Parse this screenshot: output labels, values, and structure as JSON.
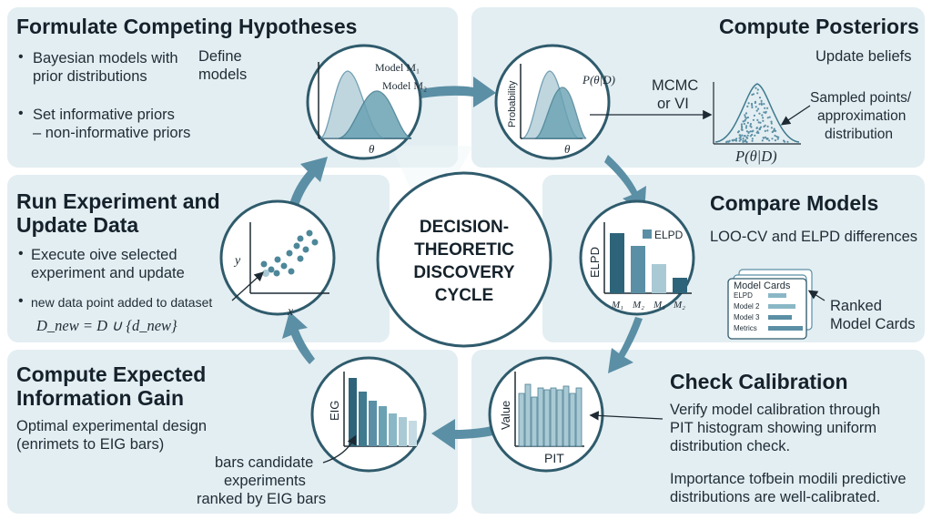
{
  "center": {
    "line1": "DECISION-",
    "line2": "THEORETIC",
    "line3": "DISCOVERY",
    "line4": "CYCLE"
  },
  "hypotheses": {
    "title": "Formulate Competing Hypotheses",
    "bullet1_l1": "Bayesian models with",
    "bullet1_l2": "prior distributions",
    "bullet2_l1": "Set informative priors",
    "bullet2_l2": "– non-informative priors",
    "define_l1": "Define",
    "define_l2": "models",
    "model1": "Model M₁",
    "model2": "Model M₂",
    "axis": "θ"
  },
  "posteriors": {
    "title": "Compute Posteriors",
    "update": "Update beliefs",
    "y_axis": "Probability",
    "curve_label": "P(θ|D)",
    "x_axis": "θ",
    "method_l1": "MCMC",
    "method_l2": "or VI",
    "sampled_l1": "Sampled points/",
    "sampled_l2": "approximation",
    "sampled_l3": "distribution",
    "sample_label": "P(θ|D)"
  },
  "compare": {
    "title": "Compare Models",
    "subtitle": "LOO-CV and ELPD differences",
    "y_axis": "ELPD",
    "legend": "ELPD",
    "categories": [
      "M₁",
      "M₂",
      "M₃",
      "M₂"
    ],
    "cards_title": "Model Cards",
    "card_rows": [
      "ELPD",
      "Model 2",
      "Model 3",
      "Metrics"
    ],
    "ranked_l1": "Ranked",
    "ranked_l2": "Model Cards"
  },
  "calibration": {
    "title": "Check Calibration",
    "text_l1": "Verify model calibration through",
    "text_l2": "PIT histogram showing uniform",
    "text_l3": "distribution check.",
    "note_l1": "Importance tofbein modili predictive",
    "note_l2": "distributions are well-calibrated.",
    "y_axis": "Value",
    "x_axis": "PIT"
  },
  "eig": {
    "title_l1": "Compute Expected",
    "title_l2": "Information Gain",
    "text_l1": "Optimal experimental design",
    "text_l2": "(enrimets to EIG bars)",
    "y_axis": "EIG",
    "note_l1": "bars candidate",
    "note_l2": "experiments",
    "note_l3": "ranked by EIG bars"
  },
  "experiment": {
    "title_l1": "Run Experiment and",
    "title_l2": "Update Data",
    "bullet1_l1": "Execute oive selected",
    "bullet1_l2": "experiment and update",
    "bullet2": "new data point added to dataset",
    "formula": "D_new = D ∪ {d_new}",
    "y_axis": "y",
    "x_axis": "x"
  },
  "colors": {
    "panel": "#e3eef2",
    "arrow": "#5b8fa5",
    "bar_dark": "#2e6479",
    "bar_light": "#a9cad5",
    "curve_fill": "#9fc2cf"
  }
}
